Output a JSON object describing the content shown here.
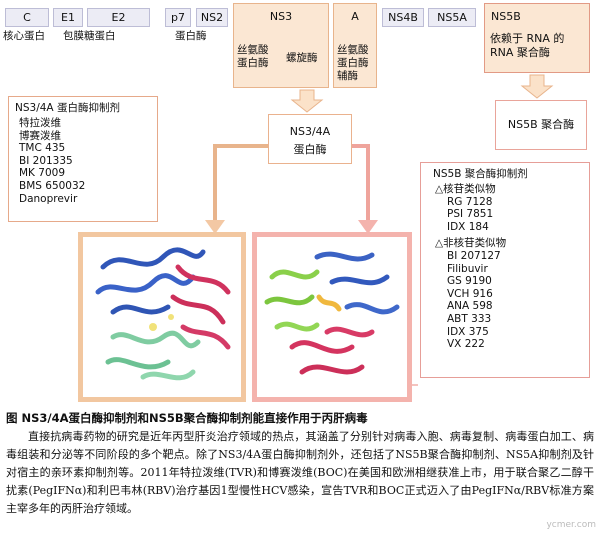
{
  "genome": {
    "segments": [
      "C",
      "E1",
      "E2",
      "p7",
      "NS2",
      "NS3",
      "A",
      "NS4B",
      "NS5A",
      "NS5B"
    ],
    "labels": {
      "core": "核心蛋白",
      "envelope": "包膜糖蛋白",
      "ns2_label": "蛋白酶",
      "ns3_serine_protease": "丝氨酸\n蛋白酶",
      "ns3_helicase": "螺旋酶",
      "ns4a_cofactor": "丝氨酸\n蛋白酶\n辅酶",
      "ns5b_label": "依赖于 RNA 的\nRNA 聚合酶"
    }
  },
  "mid": {
    "ns34a_line1": "NS3/4A",
    "ns34a_line2": "蛋白酶",
    "ns5b_poly": "NS5B 聚合酶"
  },
  "left_panel": {
    "title": "NS3/4A 蛋白酶抑制剂",
    "items": [
      "特拉泼维",
      "博赛泼维",
      "TMC 435",
      "BI 201335",
      "MK 7009",
      "BMS 650032",
      "Danoprevir"
    ]
  },
  "right_panel": {
    "title": "NS5B 聚合酶抑制剂",
    "group1_title": "△核苷类似物",
    "group1_items": [
      "RG 7128",
      "PSI 7851",
      "IDX 184"
    ],
    "group2_title": "△非核苷类似物",
    "group2_items": [
      "BI 207127",
      "Filibuvir",
      "GS 9190",
      "VCH 916",
      "ANA 598",
      "ABT 333",
      "IDX 375",
      "VX 222"
    ]
  },
  "caption": "图  NS3/4A蛋白酶抑制剂和NS5B聚合酶抑制剂能直接作用于丙肝病毒",
  "paragraph": "直接抗病毒药物的研究是近年丙型肝炎治疗领域的热点，其涵盖了分别针对病毒入胞、病毒复制、病毒蛋白加工、病毒组装和分泌等不同阶段的多个靶点。除了NS3/4A蛋白酶抑制剂外，还包括了NS5B聚合酶抑制剂、NS5A抑制剂及针对宿主的亲环素抑制剂等。2011年特拉泼维(TVR)和博赛泼维(BOC)在美国和欧洲相继获准上市，用于联合聚乙二醇干扰素(PegIFNα)和利巴韦林(RBV)治疗基因1型慢性HCV感染，宣告TVR和BOC正式迈入了由PegIFNα/RBV标准方案主宰多年的丙肝治疗领域。",
  "watermark": "ycmer.com"
}
